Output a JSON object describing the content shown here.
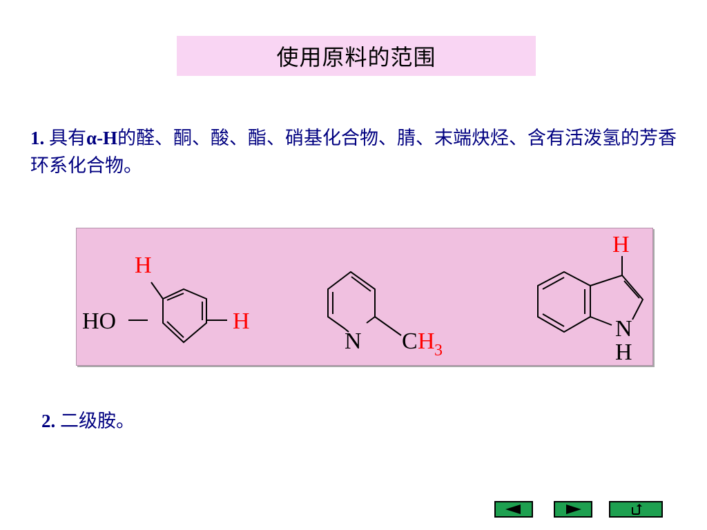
{
  "title": "使用原料的范围",
  "item1": {
    "num": "1.",
    "pre": "具有",
    "alpha": "α-H",
    "rest": "的醛、酮、酸、酯、硝基化合物、腈、末端炔烃、含有活泼氢的芳香环系化合物。"
  },
  "item2": {
    "num": "2.",
    "text": "二级胺。"
  },
  "structures": {
    "phenol": {
      "ho": "HO",
      "h_top": "H",
      "h_right": "H"
    },
    "picoline": {
      "n": "N",
      "c": "C",
      "h3": "H",
      "sub3": "3"
    },
    "indole": {
      "h_top": "H",
      "n": "N",
      "h_n": "H"
    }
  },
  "colors": {
    "text": "#000080",
    "highlight_h": "#ff0000",
    "panel": "#f0c0e0",
    "title_box": "#f9d5f3",
    "nav_button": "#1ea050"
  },
  "nav": {
    "prev_icon": "left-triangle-icon",
    "next_icon": "right-triangle-icon",
    "return_icon": "return-icon"
  }
}
